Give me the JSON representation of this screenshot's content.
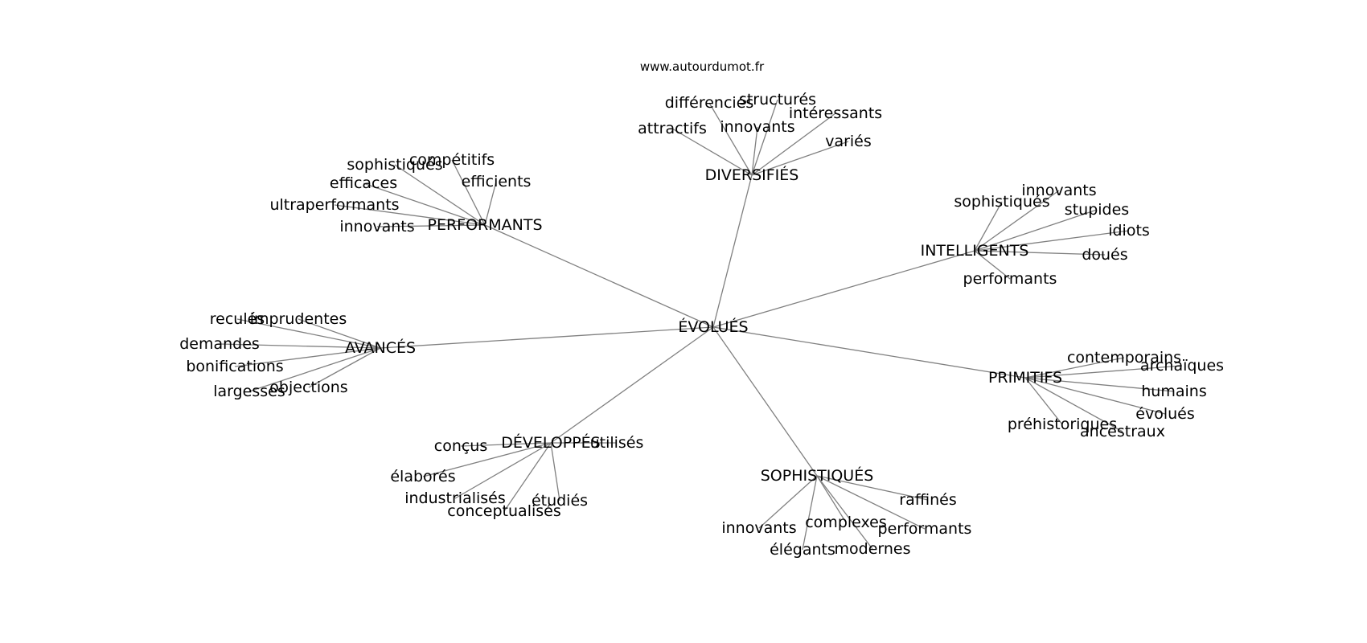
{
  "source": "www.autourdumot.fr",
  "root": "ÉVOLUÉS",
  "groups": [
    {
      "word": "DIVERSIFIÉS",
      "children": [
        "différenciés",
        "structurés",
        "intéressants",
        "attractifs",
        "innovants",
        "variés"
      ]
    },
    {
      "word": "PERFORMANTS",
      "children": [
        "sophistiqués",
        "compétitifs",
        "efficaces",
        "efficients",
        "ultraperformants",
        "innovants"
      ]
    },
    {
      "word": "INTELLIGENTS",
      "children": [
        "innovants",
        "sophistiqués",
        "stupides",
        "idiots",
        "doués",
        "performants"
      ]
    },
    {
      "word": "AVANCÉS",
      "children": [
        "reculés",
        "imprudentes",
        "demandes",
        "bonifications",
        "largesses",
        "objections"
      ]
    },
    {
      "word": "PRIMITIFS",
      "children": [
        "contemporains",
        "archaïques",
        "humains",
        "évolués",
        "préhistoriques",
        "ancestraux"
      ]
    },
    {
      "word": "DÉVELOPPÉS",
      "children": [
        "conçus",
        "utilisés",
        "élaborés",
        "industrialisés",
        "étudiés",
        "conceptualisés"
      ]
    },
    {
      "word": "SOPHISTIQUÉS",
      "children": [
        "raffinés",
        "innovants",
        "complexes",
        "performants",
        "élégants",
        "modernes"
      ]
    }
  ]
}
